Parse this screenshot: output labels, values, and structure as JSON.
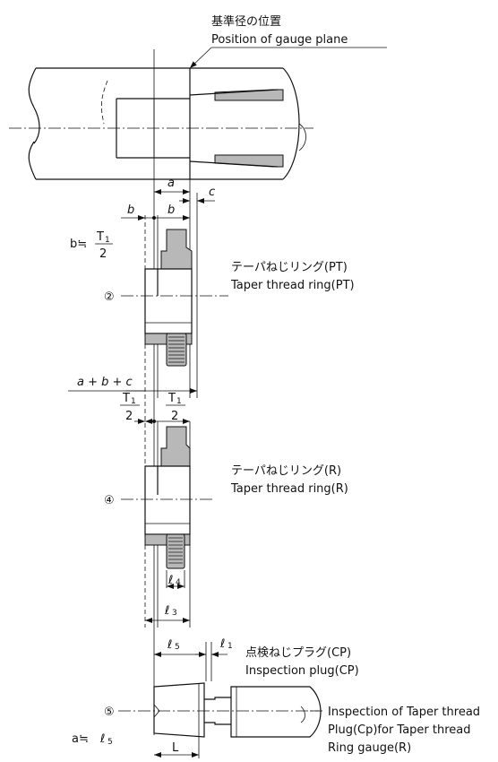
{
  "gauge_plane": {
    "ja": "基準径の位置",
    "en": "Position of gauge plane"
  },
  "dims": {
    "a": "a",
    "b": "b",
    "c": "c",
    "b_approx_prefix": "b≒",
    "t1": "T",
    "t1_sub": "1",
    "two": "2",
    "abc": "a + b + c",
    "l_script": "ℓ",
    "sub4": "4",
    "sub3": "3",
    "sub5": "5",
    "sub1": "1",
    "L": "L",
    "a_approx_prefix": "a≒"
  },
  "parts": {
    "pt_ring": {
      "number": "②",
      "ja": "テーパねじリング(PT)",
      "en": "Taper thread ring(PT)"
    },
    "r_ring": {
      "number": "④",
      "ja": "テーパねじリング(R)",
      "en": "Taper thread ring(R)"
    },
    "cp_plug": {
      "number": "⑤",
      "ja": "点検ねじプラグ(CP)",
      "en": "Inspection plug(CP)"
    },
    "inspection_note": {
      "line1": "Inspection  of Taper thread",
      "line2": "Plug(Cp)for Taper thread",
      "line3": "Ring gauge(R)"
    }
  }
}
